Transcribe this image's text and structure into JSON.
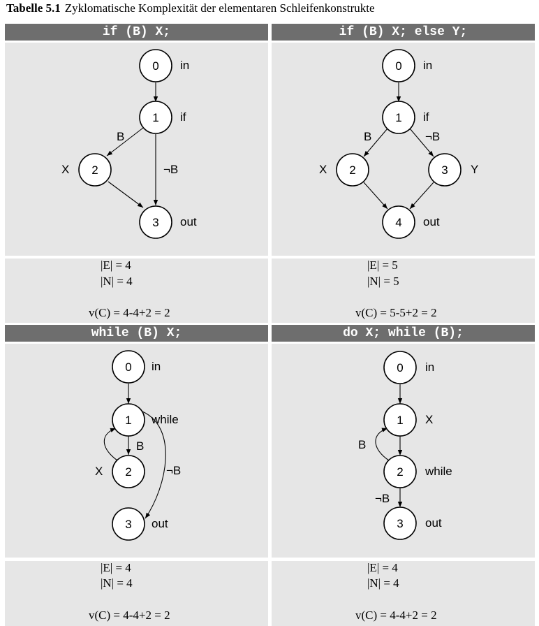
{
  "caption": {
    "label": "Tabelle 5.1",
    "text": "Zyklomatische Komplexität der elementaren Schleifenkonstrukte"
  },
  "panels": [
    {
      "header": "if (B) X;",
      "nodes": [
        {
          "id": "0",
          "side": "in"
        },
        {
          "id": "1",
          "side": "if"
        },
        {
          "id": "2",
          "side": "X"
        },
        {
          "id": "3",
          "side": "out"
        }
      ],
      "edge_labels": {
        "b": "B",
        "notb": "¬B"
      },
      "stats": {
        "e": "|E| = 4",
        "n": "|N| = 4",
        "v": "v(C) = 4-4+2 = 2"
      }
    },
    {
      "header": "if (B) X; else Y;",
      "nodes": [
        {
          "id": "0",
          "side": "in"
        },
        {
          "id": "1",
          "side": "if"
        },
        {
          "id": "2",
          "side": "X"
        },
        {
          "id": "3",
          "side": "Y"
        },
        {
          "id": "4",
          "side": "out"
        }
      ],
      "edge_labels": {
        "b": "B",
        "notb": "¬B"
      },
      "stats": {
        "e": "|E| = 5",
        "n": "|N| = 5",
        "v": "v(C) = 5-5+2 = 2"
      }
    },
    {
      "header": "while (B) X;",
      "nodes": [
        {
          "id": "0",
          "side": "in"
        },
        {
          "id": "1",
          "side": "while"
        },
        {
          "id": "2",
          "side": "X"
        },
        {
          "id": "3",
          "side": "out"
        }
      ],
      "edge_labels": {
        "b": "B",
        "notb": "¬B"
      },
      "stats": {
        "e": "|E| = 4",
        "n": "|N| = 4",
        "v": "v(C) = 4-4+2 = 2"
      }
    },
    {
      "header": "do X; while (B);",
      "nodes": [
        {
          "id": "0",
          "side": "in"
        },
        {
          "id": "1",
          "side": "X"
        },
        {
          "id": "2",
          "side": "while"
        },
        {
          "id": "3",
          "side": "out"
        }
      ],
      "edge_labels": {
        "b": "B",
        "notb": "¬B"
      },
      "stats": {
        "e": "|E| = 4",
        "n": "|N| = 4",
        "v": "v(C) = 4-4+2 = 2"
      }
    }
  ],
  "colors": {
    "header_bg": "#6e6e6e",
    "panel_bg": "#e6e6e6"
  }
}
